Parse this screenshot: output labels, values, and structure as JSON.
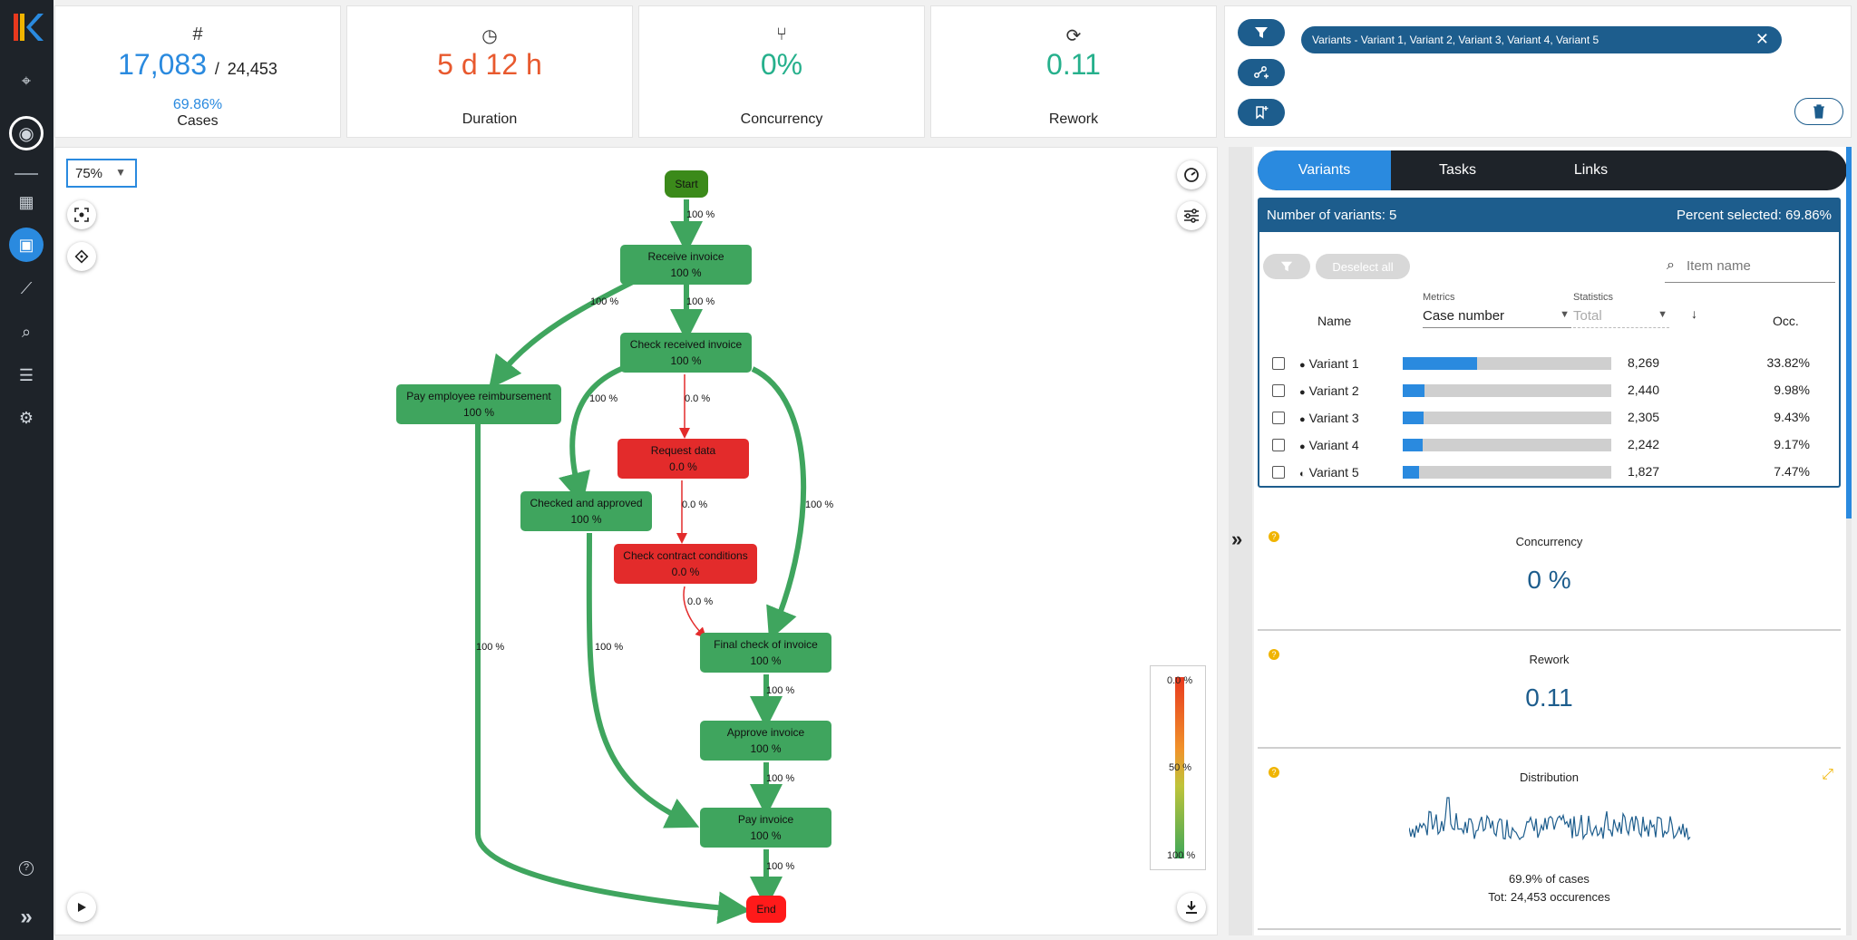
{
  "sidebar": {
    "logo": "K",
    "items": [
      {
        "name": "tag-icon",
        "glyph": "⌖"
      },
      {
        "name": "user-icon",
        "glyph": "◉"
      },
      {
        "name": "dashboard-icon",
        "glyph": "▦"
      },
      {
        "name": "process-map-icon",
        "glyph": "▣"
      },
      {
        "name": "trend-icon",
        "glyph": "⟋"
      },
      {
        "name": "analysis-icon",
        "glyph": "⌕"
      },
      {
        "name": "list-icon",
        "glyph": "☰"
      },
      {
        "name": "gear-icon",
        "glyph": "⚙"
      },
      {
        "name": "help-icon",
        "glyph": "?"
      },
      {
        "name": "expand-icon",
        "glyph": "»"
      }
    ]
  },
  "kpis": {
    "cases": {
      "value": "17,083",
      "separator": "/",
      "total": "24,453",
      "percent": "69.86%",
      "label": "Cases",
      "icon": "#"
    },
    "duration": {
      "value": "5 d 12 h",
      "label": "Duration",
      "icon": "◷"
    },
    "concurrency": {
      "value": "0%",
      "label": "Concurrency",
      "icon": "⑂"
    },
    "rework": {
      "value": "0.11",
      "label": "Rework",
      "icon": "⟳"
    }
  },
  "filter": {
    "chip_label": "Variants - Variant 1, Variant 2, Variant 3, Variant 4, Variant 5",
    "close": "✕"
  },
  "graph": {
    "zoom": "75%",
    "nodes": {
      "start": {
        "label": "Start"
      },
      "receive": {
        "label": "Receive invoice",
        "pct": "100 %"
      },
      "check_received": {
        "label": "Check received invoice",
        "pct": "100 %"
      },
      "pay_employee": {
        "label": "Pay employee reimbursement",
        "pct": "100 %"
      },
      "request_data": {
        "label": "Request data",
        "pct": "0.0 %"
      },
      "checked_approved": {
        "label": "Checked and approved",
        "pct": "100 %"
      },
      "check_contract": {
        "label": "Check contract conditions",
        "pct": "0.0 %"
      },
      "final_check": {
        "label": "Final check of invoice",
        "pct": "100 %"
      },
      "approve": {
        "label": "Approve invoice",
        "pct": "100 %"
      },
      "pay_invoice": {
        "label": "Pay invoice",
        "pct": "100 %"
      },
      "end": {
        "label": "End"
      }
    },
    "edges": {
      "start_receive": "100 %",
      "receive_pay_employee": "100 %",
      "receive_check": "100 %",
      "check_checked": "100 %",
      "check_request": "0.0 %",
      "check_final": "100 %",
      "request_contract": "0.0 %",
      "contract_final": "0.0 %",
      "pay_employee_end": "100 %",
      "checked_pay": "100 %",
      "final_approve": "100 %",
      "approve_pay": "100 %",
      "pay_end": "100 %"
    },
    "legend": {
      "top": "0.0 %",
      "mid": "50 %",
      "bottom": "100 %"
    }
  },
  "right_panel": {
    "tabs": [
      "Variants",
      "Tasks",
      "Links"
    ],
    "variants_header": {
      "count_label": "Number of variants: 5",
      "percent_label": "Percent selected: 69.86%"
    },
    "deselect_label": "Deselect all",
    "search_placeholder": "Item name",
    "col_name": "Name",
    "metrics_label": "Metrics",
    "metrics_value": "Case number",
    "statistics_label": "Statistics",
    "statistics_value": "Total",
    "col_occ": "Occ.",
    "variants": [
      {
        "name": "Variant 1",
        "marker": "●",
        "count": "8,269",
        "pct": "33.82%",
        "share": 0.3382
      },
      {
        "name": "Variant 2",
        "marker": "●",
        "count": "2,440",
        "pct": "9.98%",
        "share": 0.0998
      },
      {
        "name": "Variant 3",
        "marker": "●",
        "count": "2,305",
        "pct": "9.43%",
        "share": 0.0943
      },
      {
        "name": "Variant 4",
        "marker": "●",
        "count": "2,242",
        "pct": "9.17%",
        "share": 0.0917
      },
      {
        "name": "Variant 5",
        "marker": "◐",
        "count": "1,827",
        "pct": "7.47%",
        "share": 0.0747
      }
    ],
    "concurrency": {
      "title": "Concurrency",
      "value": "0 %"
    },
    "rework": {
      "title": "Rework",
      "value": "0.11"
    },
    "distribution": {
      "title": "Distribution",
      "pct_cases": "69.9% of cases",
      "total": "Tot: 24,453 occurences"
    },
    "collapse_icon": "»"
  },
  "colors": {
    "accent": "#2a8adf",
    "navy": "#1d5d8d",
    "node_green": "#3fa55e",
    "node_red": "#e32b2b",
    "sidebar": "#1e2329"
  }
}
